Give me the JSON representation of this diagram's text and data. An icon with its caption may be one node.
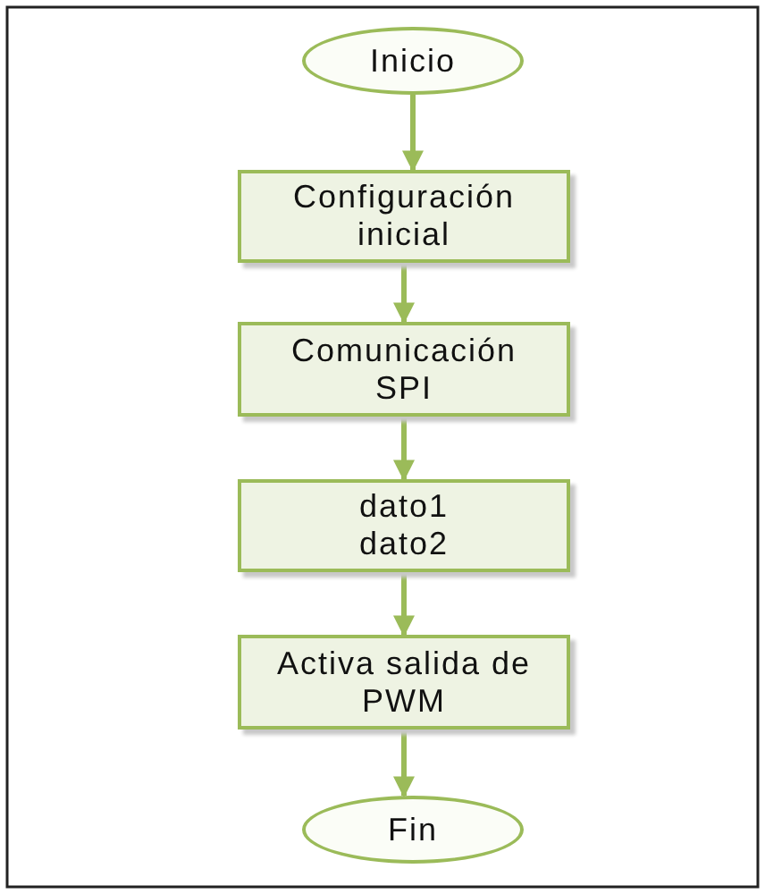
{
  "diagram": {
    "nodes": [
      {
        "text": [
          "Inicio"
        ]
      },
      {
        "text": [
          "Configuración inicial"
        ]
      },
      {
        "text": [
          "Comunicación SPI"
        ]
      },
      {
        "text": [
          "dato1 dato2"
        ]
      },
      {
        "text": [
          "Activa salida de PWM"
        ]
      },
      {
        "text": [
          "Fin"
        ]
      }
    ],
    "edges": [
      {
        "from": 0,
        "to": 1,
        "arrow": "to"
      },
      {
        "from": 1,
        "to": 2,
        "arrow": "to"
      },
      {
        "from": 2,
        "to": 3,
        "arrow": "to"
      },
      {
        "from": 3,
        "to": 4,
        "arrow": "to"
      },
      {
        "from": 4,
        "to": 5,
        "arrow": "to"
      }
    ]
  }
}
